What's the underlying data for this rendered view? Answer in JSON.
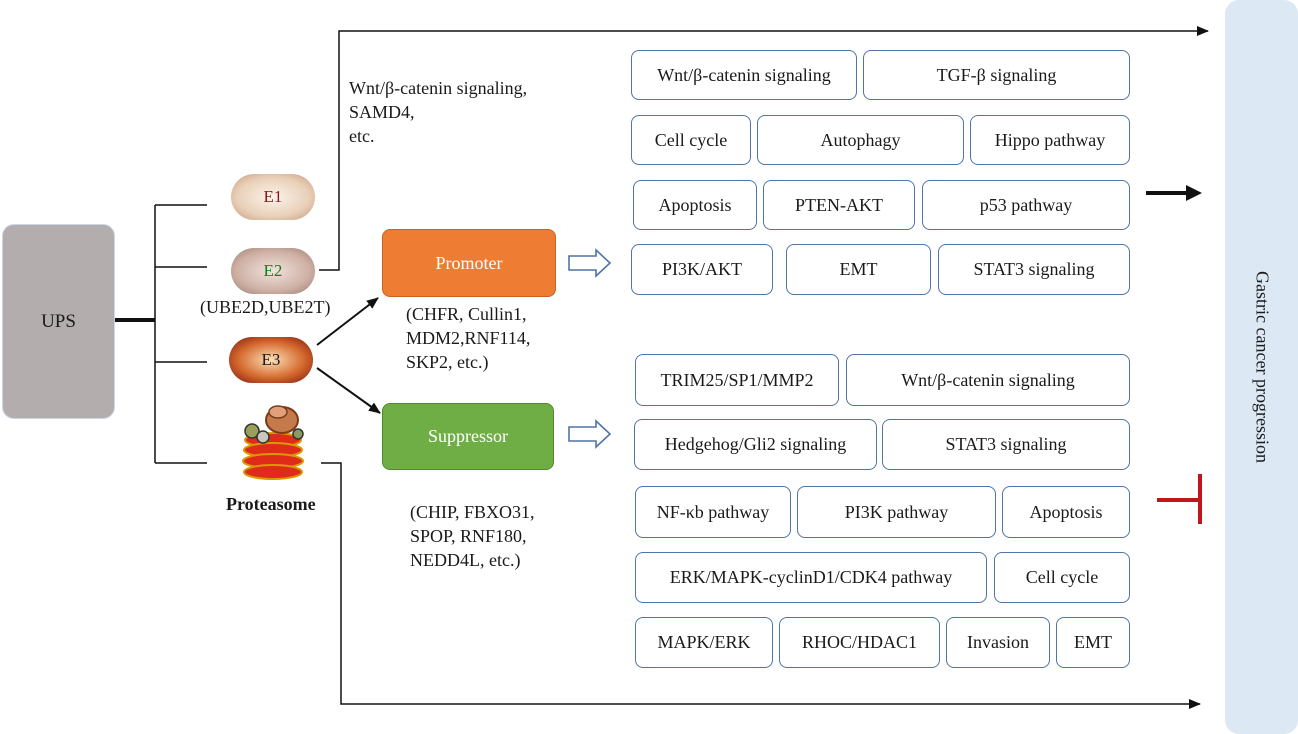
{
  "ups": "UPS",
  "e1": "E1",
  "e2": "E2",
  "e2_sub": "(UBE2D,UBE2T)",
  "e3": "E3",
  "proteasome": "Proteasome",
  "top_label": [
    "Wnt/β-catenin signaling,",
    "SAMD4,",
    "etc."
  ],
  "promoter": "Promoter",
  "promoter_list": [
    "(CHFR, Cullin1,",
    "MDM2,RNF114,",
    "SKP2, etc.)"
  ],
  "suppressor": "Suppressor",
  "suppressor_list": [
    "(CHIP, FBXO31,",
    "SPOP, RNF180,",
    "NEDD4L, etc.)"
  ],
  "promoter_pathways": [
    "Wnt/β-catenin signaling",
    "TGF-β signaling",
    "Cell cycle",
    "Autophagy",
    "Hippo pathway",
    "Apoptosis",
    "PTEN-AKT",
    "p53 pathway",
    "PI3K/AKT",
    "EMT",
    "STAT3 signaling"
  ],
  "suppressor_pathways": [
    "TRIM25/SP1/MMP2",
    "Wnt/β-catenin signaling",
    "Hedgehog/Gli2 signaling",
    "STAT3 signaling",
    "NF-κb pathway",
    "PI3K pathway",
    "Apoptosis",
    "ERK/MAPK-cyclinD1/CDK4 pathway",
    "Cell cycle",
    "MAPK/ERK",
    "RHOC/HDAC1",
    "Invasion",
    "EMT"
  ],
  "outcome": "Gastric cancer progression",
  "colors": {
    "promoter": "#ee7d33",
    "suppressor": "#6fae45",
    "box_border": "#4f74a6",
    "inhibit": "#c0161c",
    "sidebar": "#dce8f3"
  }
}
